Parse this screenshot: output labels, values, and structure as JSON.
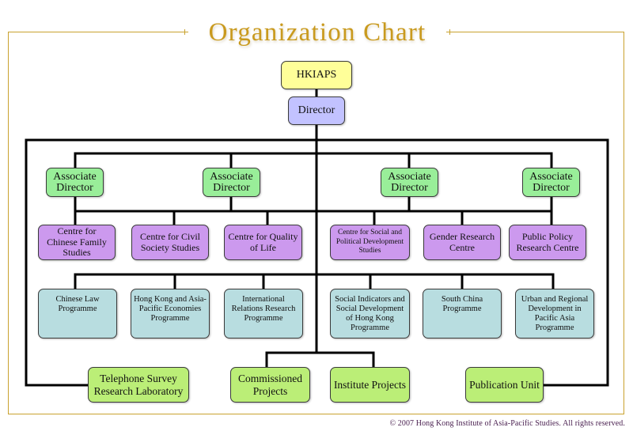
{
  "title": "Organization Chart",
  "colors": {
    "frame": "#c9a22e",
    "title": "#c99a1e",
    "top": "#ffff99",
    "director": "#c2c2ff",
    "associate": "#99ee99",
    "centre": "#cc99ee",
    "programme": "#b8dde0",
    "unit": "#bbee77",
    "line": "#000000"
  },
  "root": {
    "label": "HKIAPS"
  },
  "director": {
    "label": "Director"
  },
  "associates": [
    {
      "line1": "Associate",
      "line2": "Director"
    },
    {
      "line1": "Associate",
      "line2": "Director"
    },
    {
      "line1": "Associate",
      "line2": "Director"
    },
    {
      "line1": "Associate",
      "line2": "Director"
    }
  ],
  "centres": [
    {
      "label": "Centre for Chinese Family Studies"
    },
    {
      "label": "Centre for Civil Society Studies"
    },
    {
      "label": "Centre for Quality of Life"
    },
    {
      "label": "Centre for Social and Political Development Studies"
    },
    {
      "label": "Gender Research Centre"
    },
    {
      "label": "Public Policy Research Centre"
    }
  ],
  "programmes": [
    {
      "label": "Chinese Law Programme"
    },
    {
      "label": "Hong Kong and Asia-Pacific Economies Programme"
    },
    {
      "label": "International Relations Research Programme"
    },
    {
      "label": "Social Indicators and Social Development of Hong Kong Programme"
    },
    {
      "label": "South China Programme"
    },
    {
      "label": "Urban and Regional Development in Pacific Asia Programme"
    }
  ],
  "units": [
    {
      "label": "Telephone Survey Research Laboratory"
    },
    {
      "label": "Commissioned Projects"
    },
    {
      "label": "Institute Projects"
    },
    {
      "label": "Publication Unit"
    }
  ],
  "footer": {
    "copyright": "© 2007 Hong Kong Institute of Asia-Pacific Studies. All rights reserved."
  }
}
